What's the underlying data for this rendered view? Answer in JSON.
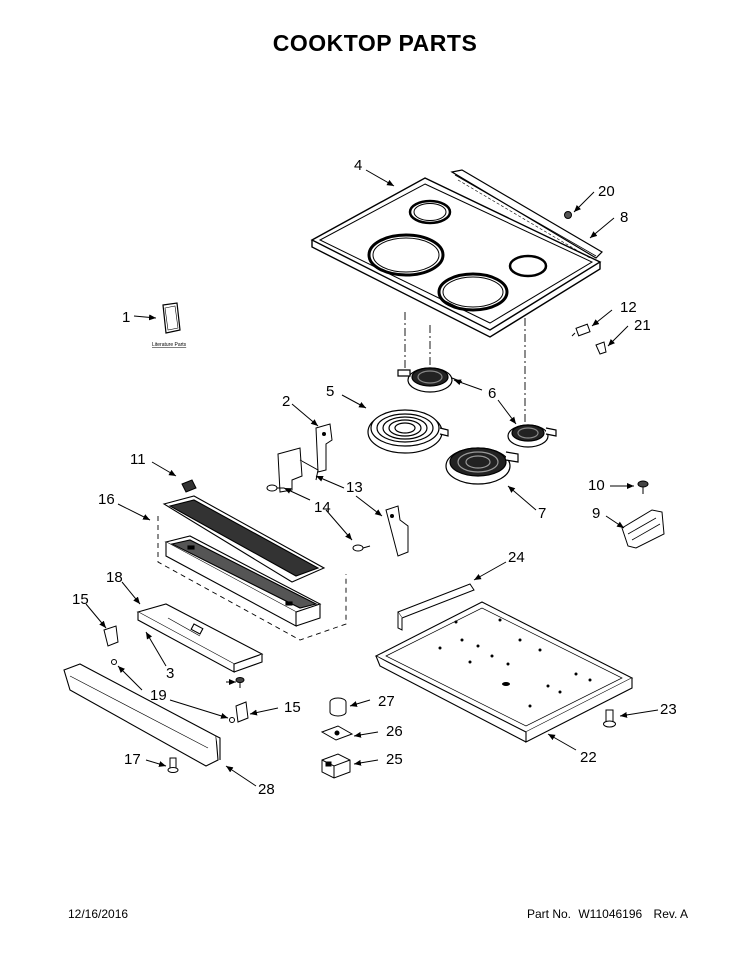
{
  "page": {
    "title": "COOKTOP PARTS",
    "date": "12/16/2016",
    "part_label": "Part No.",
    "part_number": "W11046196",
    "revision": "Rev. A"
  },
  "literature_label": "Literature Parts",
  "callouts": [
    {
      "id": "1",
      "part": "literature-parts"
    },
    {
      "id": "2",
      "part": "bracket"
    },
    {
      "id": "3",
      "part": "screw"
    },
    {
      "id": "4",
      "part": "glass-cooktop"
    },
    {
      "id": "5",
      "part": "large-radiant-element"
    },
    {
      "id": "6",
      "part": "small-radiant-element"
    },
    {
      "id": "7",
      "part": "dual-radiant-element"
    },
    {
      "id": "8",
      "part": "rear-trim"
    },
    {
      "id": "9",
      "part": "bracket"
    },
    {
      "id": "10",
      "part": "screw"
    },
    {
      "id": "11",
      "part": "knob-cap"
    },
    {
      "id": "12",
      "part": "terminal-block"
    },
    {
      "id": "13",
      "part": "bracket"
    },
    {
      "id": "14",
      "part": "screw"
    },
    {
      "id": "15",
      "part": "clip"
    },
    {
      "id": "16",
      "part": "control-panel-assembly"
    },
    {
      "id": "17",
      "part": "screw"
    },
    {
      "id": "18",
      "part": "control-housing"
    },
    {
      "id": "19",
      "part": "screw"
    },
    {
      "id": "20",
      "part": "nut"
    },
    {
      "id": "21",
      "part": "clip"
    },
    {
      "id": "22",
      "part": "cooktop-pan"
    },
    {
      "id": "23",
      "part": "screw"
    },
    {
      "id": "24",
      "part": "shield"
    },
    {
      "id": "25",
      "part": "switch"
    },
    {
      "id": "26",
      "part": "bracket"
    },
    {
      "id": "27",
      "part": "knob"
    },
    {
      "id": "28",
      "part": "front-trim"
    }
  ]
}
